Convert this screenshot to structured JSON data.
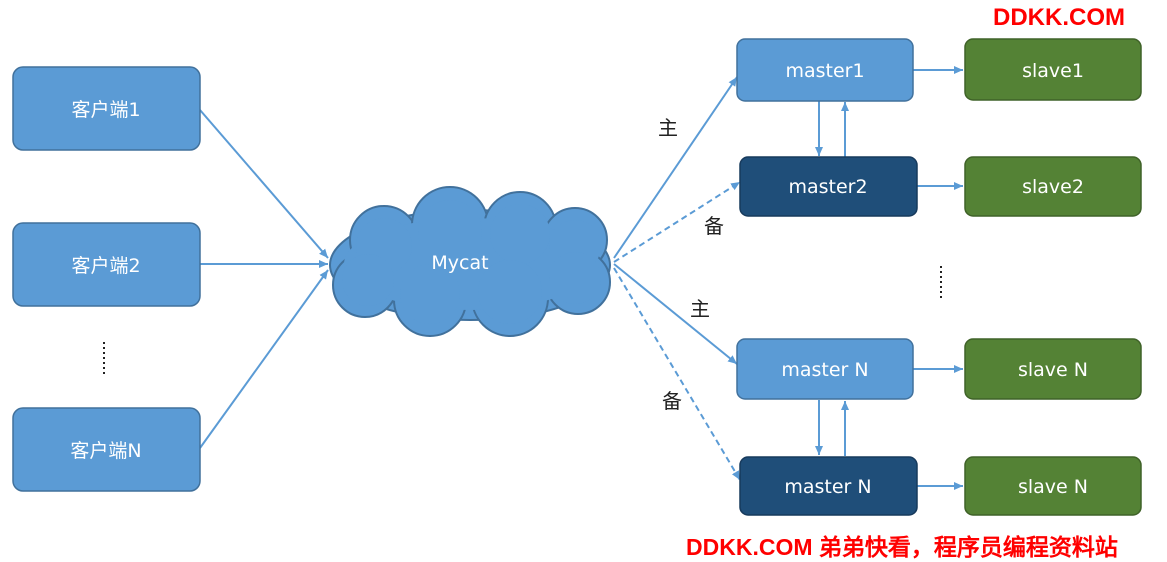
{
  "colors": {
    "client": "#5b9bd5",
    "master_primary": "#5b9bd5",
    "master_standby": "#1f4e79",
    "slave": "#548235",
    "cloud": "#5b9bd5",
    "edge": "#5b9bd5",
    "watermark": "#ff0000"
  },
  "clients": [
    "客户端1",
    "客户端2",
    "客户端N"
  ],
  "mycat": "Mycat",
  "masters": {
    "m1": "master1",
    "m2": "master2",
    "mn1": "master N",
    "mn2": "master N"
  },
  "slaves": {
    "s1": "slave1",
    "s2": "slave2",
    "sn1": "slave N",
    "sn2": "slave N"
  },
  "edge_labels": {
    "primary_1": "主",
    "standby_1": "备",
    "primary_n": "主",
    "standby_n": "备"
  },
  "watermark": {
    "top": "DDKK.COM",
    "bottom": "DDKK.COM 弟弟快看，程序员编程资料站"
  }
}
